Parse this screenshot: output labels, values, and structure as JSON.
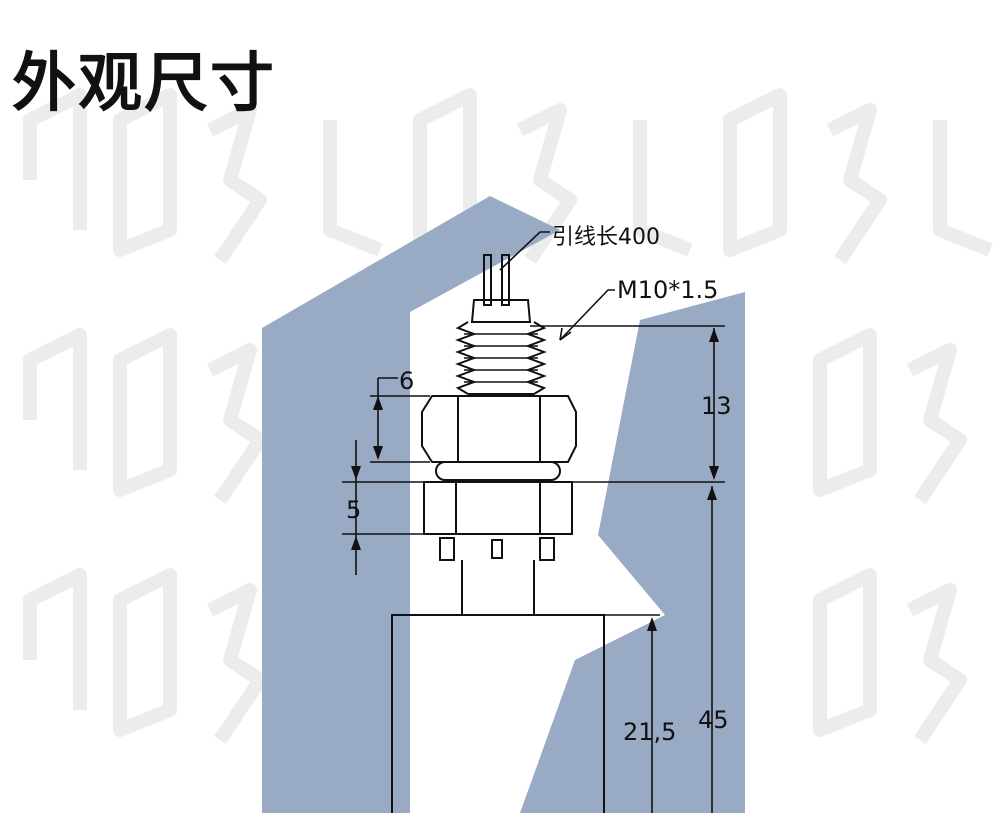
{
  "title": "外观尺寸",
  "labels": {
    "lead_length": "引线长400",
    "thread_spec": "M10*1.5",
    "dim_6": "6",
    "dim_13": "13",
    "dim_5": "5",
    "dim_45": "45",
    "dim_21_5": "21,5"
  },
  "colors": {
    "logo_blue": "#98aac4",
    "line": "#111111",
    "watermark": "#e9e9e9"
  }
}
